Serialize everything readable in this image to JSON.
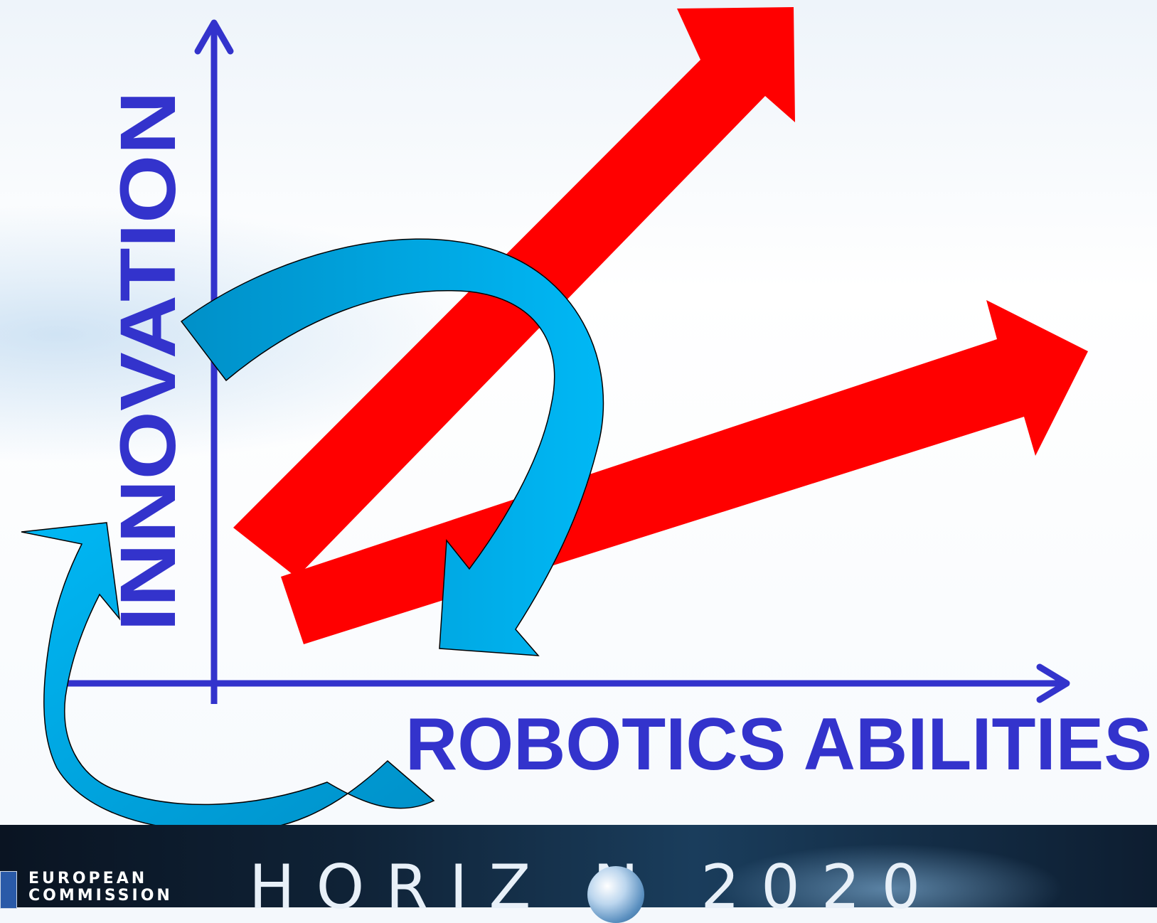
{
  "diagram": {
    "y_axis_label": "INNOVATION",
    "x_axis_label": "ROBOTICS ABILITIES"
  },
  "colors": {
    "axis": "#3333cc",
    "arrows_red": "#ff0000",
    "arrows_blue": "#00b0f0",
    "arrows_blue_dark": "#0090c8"
  },
  "footer": {
    "eu_line1": "EUROPEAN",
    "eu_line2": "COMMISSION",
    "program": "HORIZ N 2020"
  }
}
